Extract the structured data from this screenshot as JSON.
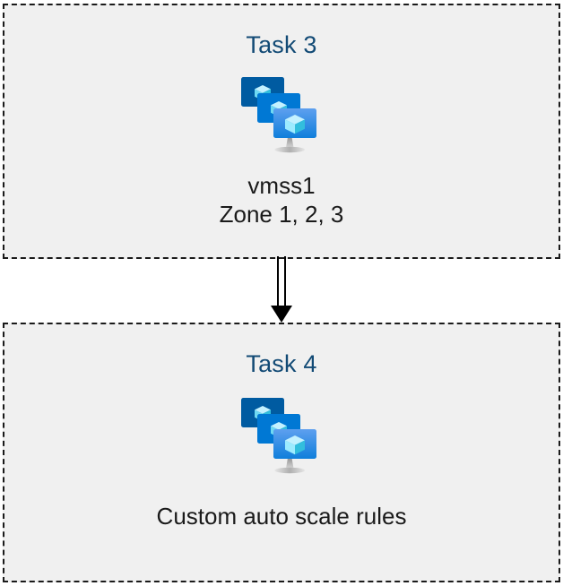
{
  "diagram": {
    "title": "Azure virtual machine scale set tasks flow",
    "background_color": "#ffffff",
    "box_fill_color": "#f0f0f0",
    "box_border_color": "#1a1a1a",
    "heading_color": "#124A75",
    "caption_color": "#1a1a1a"
  },
  "boxes": [
    {
      "id": "task-3",
      "title": "Task 3",
      "icon": "vmss-icon",
      "icon_label": "virtual machine scale set",
      "captions": [
        "vmss1",
        "Zone 1, 2, 3"
      ]
    },
    {
      "id": "task-4",
      "title": "Task 4",
      "icon": "vmss-icon",
      "icon_label": "virtual machine scale set",
      "captions": [
        "Custom auto scale rules"
      ]
    }
  ],
  "connector": {
    "id": "arrow-task3-to-task4",
    "style": "double-line-arrow",
    "direction": "down",
    "color": "#000000",
    "from": "Task 3",
    "to": "Task 4"
  },
  "icon_colors": {
    "monitor_back": "#005BA1",
    "monitor_middle": "#0078D4",
    "monitor_front_top": "#5EA0EF",
    "monitor_front_bottom": "#0F7FDB",
    "cube_light": "#C3F1FF",
    "cube_mid": "#9CEBFF",
    "cube_dark": "#32BEDD",
    "stand": "#B3B3B3"
  }
}
